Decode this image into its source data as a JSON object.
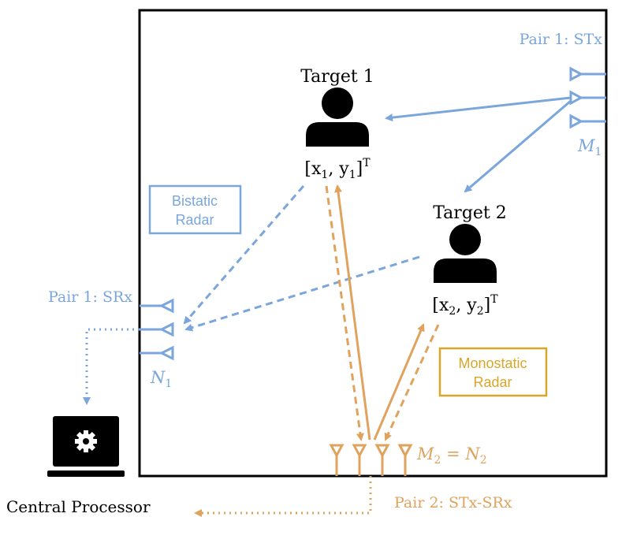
{
  "colors": {
    "blue": "#7aa6dc",
    "orange": "#e0a35e",
    "gold": "#d9a628",
    "black": "#000000"
  },
  "targets": [
    {
      "name": "Target 1",
      "coord_base": "[x",
      "coord_sub1": "1",
      "coord_mid": ", y",
      "coord_sub2": "1",
      "coord_close": "]",
      "coord_sup": "T"
    },
    {
      "name": "Target 2",
      "coord_base": "[x",
      "coord_sub1": "2",
      "coord_mid": ", y",
      "coord_sub2": "2",
      "coord_close": "]",
      "coord_sup": "T"
    }
  ],
  "pair1": {
    "stx_label": "Pair 1: STx",
    "srx_label": "Pair 1: SRx",
    "m_label": "M",
    "m_sub": "1",
    "n_label": "N",
    "n_sub": "1"
  },
  "pair2": {
    "label": "Pair 2: STx-SRx",
    "mn_m": "M",
    "mn_sub1": "2",
    "mn_eq": " = N",
    "mn_sub2": "2"
  },
  "bistatic_box": {
    "line1": "Bistatic",
    "line2": "Radar"
  },
  "monostatic_box": {
    "line1": "Monostatic",
    "line2": "Radar"
  },
  "processor": {
    "label": "Central Processor",
    "icon": "gear-icon"
  }
}
